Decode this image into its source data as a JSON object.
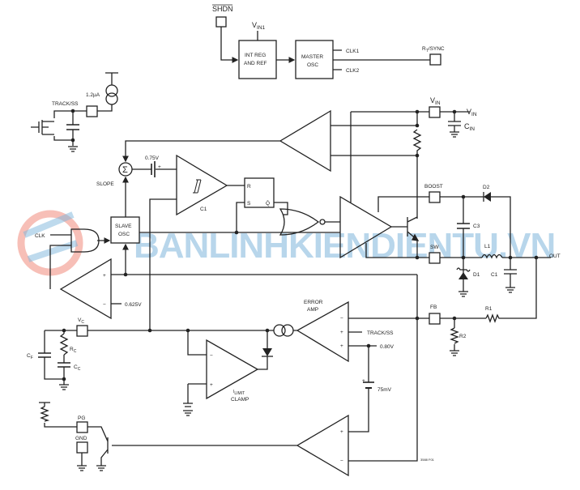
{
  "labels": {
    "shdn": "SHDN",
    "vin1": "V",
    "vin1_sub": "IN1",
    "int_reg_1": "INT REG",
    "int_reg_2": "AND REF",
    "master_1": "MASTER",
    "master_2": "OSC",
    "clk1": "CLK1",
    "clk2": "CLK2",
    "rt_sync": "R",
    "rt_sub": "T",
    "rt_sync_rest": "/SYNC",
    "current": "1.2µA",
    "track_ss": "TRACK/SS",
    "vin_pin": "V",
    "vin_pin_sub": "IN",
    "vin_out": "V",
    "vin_out_sub": "IN",
    "cin": "C",
    "cin_sub": "IN",
    "v075": "0.75V",
    "slope": "SLOPE",
    "sigma": "Σ",
    "c1_comp": "C1",
    "ff_r": "R",
    "ff_s": "S",
    "ff_q": "Q̄",
    "boost": "BOOST",
    "d2": "D2",
    "c3": "C3",
    "sw": "SW",
    "l1": "L1",
    "out": "OUT",
    "d1": "D1",
    "c1_cap": "C1",
    "clk": "CLK",
    "slave_1": "SLAVE",
    "slave_2": "OSC",
    "v0625": "0.625V",
    "error_1": "ERROR",
    "error_2": "AMP",
    "track_ss_2": "TRACK/SS",
    "v080": "0.80V",
    "fb": "FB",
    "r1": "R1",
    "r2": "R2",
    "vc": "V",
    "vc_sub": "C",
    "cf": "C",
    "cf_sub": "F",
    "rc": "R",
    "rc_sub": "C",
    "cc": "C",
    "cc_sub": "C",
    "ilimit": "I",
    "ilimit_sub": "LIMIT",
    "clamp": "CLAMP",
    "v75mv": "75mV",
    "pg": "PG",
    "gnd": "GND",
    "fig": "3588 F01",
    "plus": "+",
    "minus": "−"
  },
  "watermark": "BANLINHKIENDIENTU.VN"
}
